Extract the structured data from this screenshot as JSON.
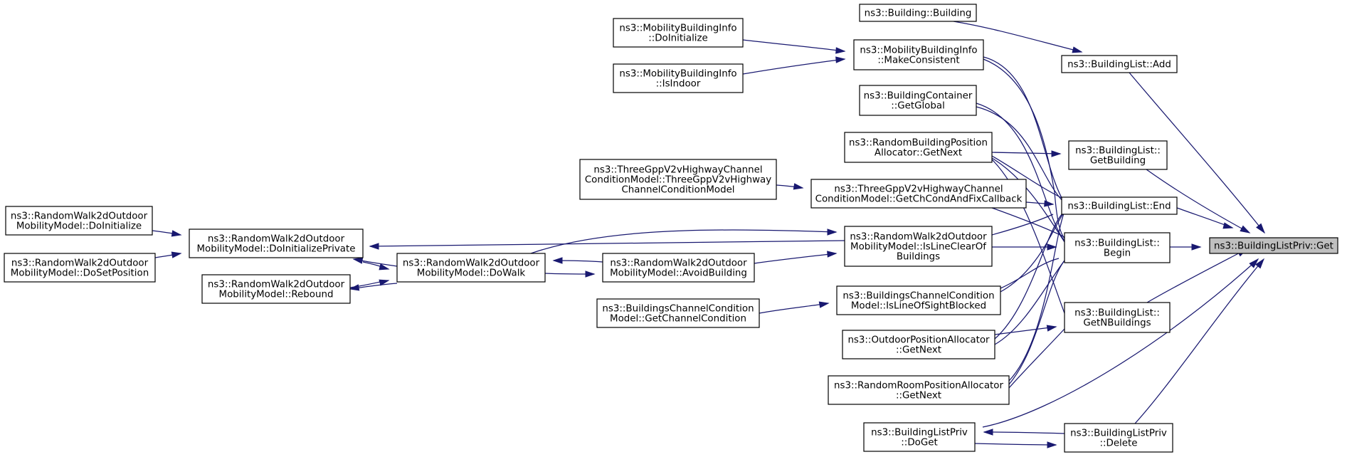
{
  "diagram": {
    "type": "caller-graph",
    "colors": {
      "edge": "#191970",
      "node_border": "#000000",
      "root_fill": "#bfbfbf",
      "node_fill": "#ffffff"
    },
    "nodes": [
      {
        "id": "get",
        "lines": [
          "ns3::BuildingListPriv::Get"
        ],
        "root": true
      },
      {
        "id": "add",
        "lines": [
          "ns3::BuildingList::Add"
        ]
      },
      {
        "id": "getbuilding",
        "lines": [
          "ns3::BuildingList::",
          "GetBuilding"
        ]
      },
      {
        "id": "end",
        "lines": [
          "ns3::BuildingList::End"
        ]
      },
      {
        "id": "begin",
        "lines": [
          "ns3::BuildingList::",
          "Begin"
        ]
      },
      {
        "id": "getn",
        "lines": [
          "ns3::BuildingList::",
          "GetNBuildings"
        ]
      },
      {
        "id": "delete",
        "lines": [
          "ns3::BuildingListPriv",
          "::Delete"
        ]
      },
      {
        "id": "doget",
        "lines": [
          "ns3::BuildingListPriv",
          "::DoGet"
        ]
      },
      {
        "id": "bbuilding",
        "lines": [
          "ns3::Building::Building"
        ]
      },
      {
        "id": "makecons",
        "lines": [
          "ns3::MobilityBuildingInfo",
          "::MakeConsistent"
        ]
      },
      {
        "id": "mbidoinit",
        "lines": [
          "ns3::MobilityBuildingInfo",
          "::DoInitialize"
        ]
      },
      {
        "id": "isindoor",
        "lines": [
          "ns3::MobilityBuildingInfo",
          "::IsIndoor"
        ]
      },
      {
        "id": "bcglobal",
        "lines": [
          "ns3::BuildingContainer",
          "::GetGlobal"
        ]
      },
      {
        "id": "rbpa",
        "lines": [
          "ns3::RandomBuildingPosition",
          "Allocator::GetNext"
        ]
      },
      {
        "id": "v2vctor",
        "lines": [
          "ns3::ThreeGppV2vHighwayChannel",
          "ConditionModel::ThreeGppV2vHighway",
          "ChannelConditionModel"
        ]
      },
      {
        "id": "v2vget",
        "lines": [
          "ns3::ThreeGppV2vHighwayChannel",
          "ConditionModel::GetChCondAndFixCallback"
        ]
      },
      {
        "id": "islineclear",
        "lines": [
          "ns3::RandomWalk2dOutdoor",
          "MobilityModel::IsLineClearOf",
          "Buildings"
        ]
      },
      {
        "id": "isblocked",
        "lines": [
          "ns3::BuildingsChannelCondition",
          "Model::IsLineOfSightBlocked"
        ]
      },
      {
        "id": "getchcond",
        "lines": [
          "ns3::BuildingsChannelCondition",
          "Model::GetChannelCondition"
        ]
      },
      {
        "id": "outdoorpa",
        "lines": [
          "ns3::OutdoorPositionAllocator",
          "::GetNext"
        ]
      },
      {
        "id": "roompa",
        "lines": [
          "ns3::RandomRoomPositionAllocator",
          "::GetNext"
        ]
      },
      {
        "id": "avoid",
        "lines": [
          "ns3::RandomWalk2dOutdoor",
          "MobilityModel::AvoidBuilding"
        ]
      },
      {
        "id": "dowalk",
        "lines": [
          "ns3::RandomWalk2dOutdoor",
          "MobilityModel::DoWalk"
        ]
      },
      {
        "id": "doinitpriv",
        "lines": [
          "ns3::RandomWalk2dOutdoor",
          "MobilityModel::DoInitializePrivate"
        ]
      },
      {
        "id": "rebound",
        "lines": [
          "ns3::RandomWalk2dOutdoor",
          "MobilityModel::Rebound"
        ]
      },
      {
        "id": "rwdoinit",
        "lines": [
          "ns3::RandomWalk2dOutdoor",
          "MobilityModel::DoInitialize"
        ]
      },
      {
        "id": "dosetpos",
        "lines": [
          "ns3::RandomWalk2dOutdoor",
          "MobilityModel::DoSetPosition"
        ]
      }
    ]
  }
}
